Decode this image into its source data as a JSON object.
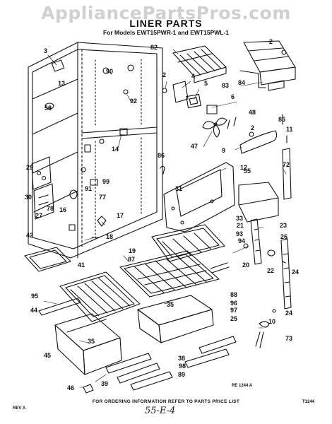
{
  "watermark": "AppliancePartsPros.com",
  "title": "LINER PARTS",
  "subtitle": "For Models EWT15PWR-1 and EWT15PWL-1",
  "footer": "FOR ORDERING INFORMATION REFER TO PARTS PRICE LIST",
  "rev": "REV A",
  "drawing_code": "RE 1244 A",
  "page_code": "T1244",
  "handwritten": "55-E-4",
  "part_labels": [
    "82",
    "2",
    "3",
    "90",
    "4",
    "13",
    "2",
    "5",
    "83",
    "84",
    "6",
    "58",
    "92",
    "48",
    "2",
    "85",
    "11",
    "47",
    "9",
    "14",
    "86",
    "12",
    "72",
    "55",
    "29",
    "99",
    "31",
    "91",
    "77",
    "30",
    "78",
    "27",
    "16",
    "17",
    "33",
    "23",
    "21",
    "42",
    "18",
    "93",
    "26",
    "94",
    "19",
    "87",
    "20",
    "22",
    "41",
    "24",
    "95",
    "88",
    "96",
    "44",
    "97",
    "25",
    "35",
    "10",
    "24",
    "73",
    "35",
    "45",
    "38",
    "98",
    "89",
    "46",
    "39"
  ]
}
